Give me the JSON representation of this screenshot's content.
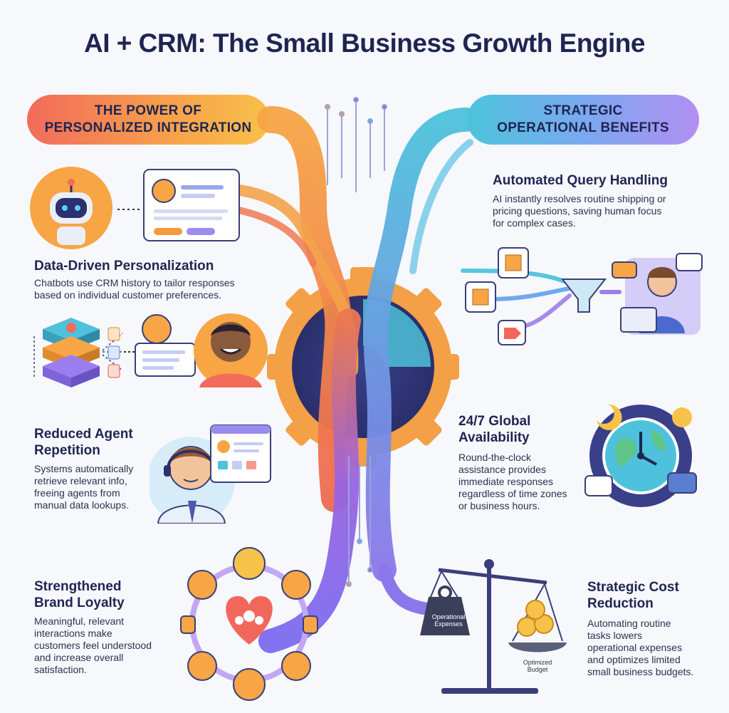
{
  "title": "AI + CRM: The Small Business Growth Engine",
  "left_header": {
    "line1": "THE POWER OF",
    "line2": "PERSONALIZED INTEGRATION"
  },
  "right_header": {
    "line1": "STRATEGIC",
    "line2": "OPERATIONAL BENEFITS"
  },
  "left_sections": [
    {
      "heading": "Data-Driven Personalization",
      "body": [
        "Chatbots use CRM history to tailor responses",
        "based on individual customer preferences."
      ]
    },
    {
      "heading": [
        "Reduced Agent",
        "Repetition"
      ],
      "body": [
        "Systems automatically",
        "retrieve relevant info,",
        "freeing agents from",
        "manual data lookups."
      ]
    },
    {
      "heading": [
        "Strengthened",
        "Brand Loyalty"
      ],
      "body": [
        "Meaningful, relevant",
        "interactions make",
        "customers feel understood",
        "and increase overall",
        "satisfaction."
      ]
    }
  ],
  "right_sections": [
    {
      "heading": "Automated Query Handling",
      "body": [
        "AI instantly resolves routine shipping or",
        "pricing questions, saving human focus",
        "for complex cases."
      ]
    },
    {
      "heading": [
        "24/7 Global",
        "Availability"
      ],
      "body": [
        "Round-the-clock",
        "assistance provides",
        "immediate responses",
        "regardless of time zones",
        "or business hours."
      ]
    },
    {
      "heading": [
        "Strategic Cost",
        "Reduction"
      ],
      "body": [
        "Automating routine",
        "tasks lowers",
        "operational expenses",
        "and optimizes limited",
        "small business budgets."
      ]
    }
  ],
  "scale_labels": {
    "left": [
      "Operational",
      "Expenses"
    ],
    "right": [
      "Optimized",
      "Budget"
    ]
  },
  "colors": {
    "orange": "#f59a3c",
    "coral": "#f2675c",
    "purple": "#8f6ce8",
    "teal": "#3fc0d8",
    "navy": "#1f2552"
  }
}
